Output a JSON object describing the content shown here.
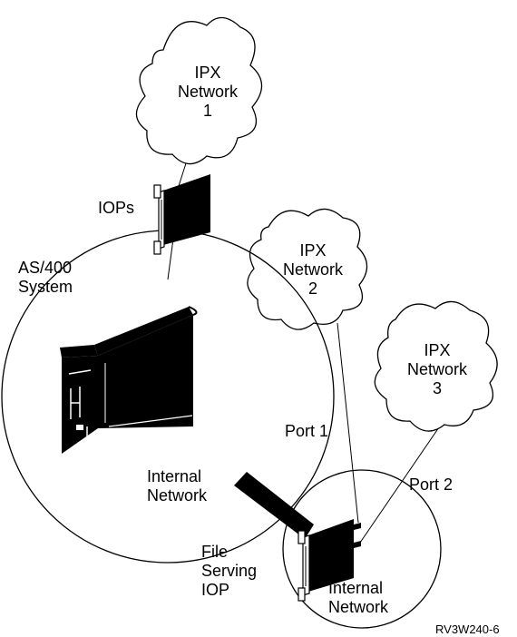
{
  "diagram": {
    "networks": [
      {
        "line1": "IPX",
        "line2": "Network",
        "line3": "1"
      },
      {
        "line1": "IPX",
        "line2": "Network",
        "line3": "2"
      },
      {
        "line1": "IPX",
        "line2": "Network",
        "line3": "3"
      }
    ],
    "iops_label": "IOPs",
    "system_label": {
      "line1": "AS/400",
      "line2": "System"
    },
    "internal_network_system": {
      "line1": "Internal",
      "line2": "Network"
    },
    "port1_label": "Port 1",
    "port2_label": "Port 2",
    "file_serving_label": {
      "line1": "File",
      "line2": "Serving",
      "line3": "IOP"
    },
    "internal_network_iop": {
      "line1": "Internal",
      "line2": "Network"
    },
    "figure_id": "RV3W240-6"
  }
}
